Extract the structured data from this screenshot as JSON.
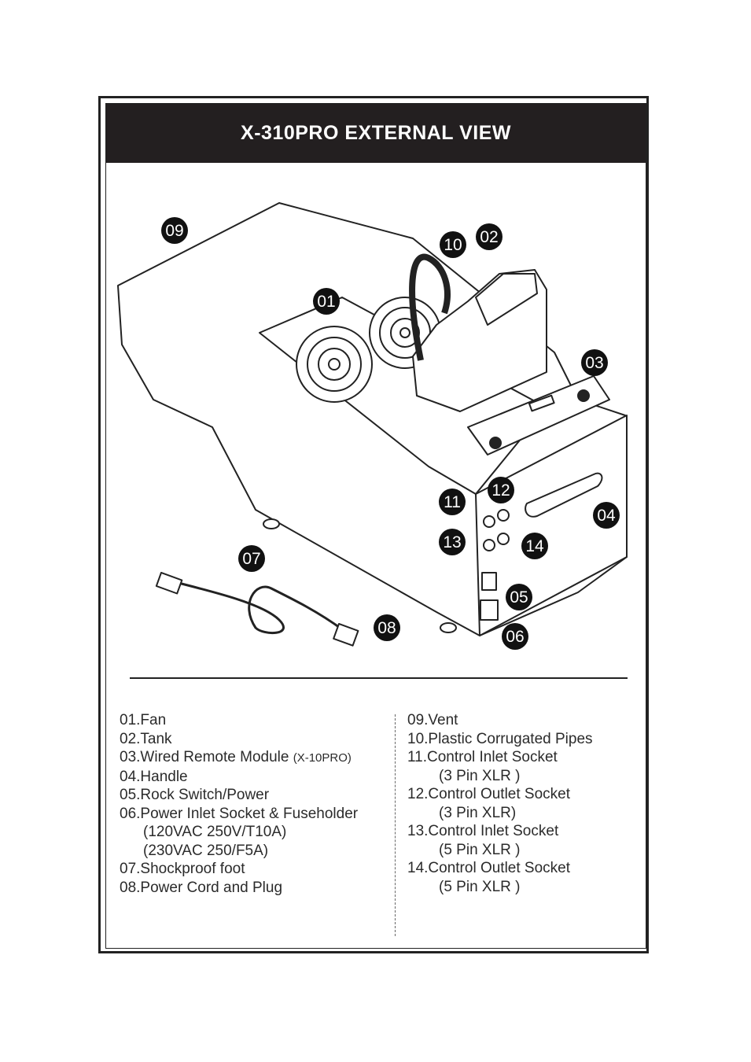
{
  "title": "X-310PRO EXTERNAL VIEW",
  "callouts": [
    "01",
    "02",
    "03",
    "04",
    "05",
    "06",
    "07",
    "08",
    "09",
    "10",
    "11",
    "12",
    "13",
    "14"
  ],
  "legend_left": [
    {
      "text": "01.Fan"
    },
    {
      "text": "02.Tank"
    },
    {
      "text": "03.Wired Remote Module ",
      "small": "(X-10PRO)"
    },
    {
      "text": "04.Handle"
    },
    {
      "text": "05.Rock Switch/Power"
    },
    {
      "text": "06.Power Inlet Socket & Fuseholder"
    },
    {
      "text": "(120VAC  250V/T10A)",
      "sub": true
    },
    {
      "text": "(230VAC  250/F5A)",
      "sub": true
    },
    {
      "text": "07.Shockproof foot"
    },
    {
      "text": "08.Power Cord and Plug"
    }
  ],
  "legend_right": [
    {
      "text": "09.Vent"
    },
    {
      "text": "10.Plastic Corrugated Pipes"
    },
    {
      "text": "11.Control Inlet Socket"
    },
    {
      "text": "(3 Pin XLR )",
      "sub": true
    },
    {
      "text": "12.Control Outlet Socket"
    },
    {
      "text": "(3 Pin XLR)",
      "sub": true
    },
    {
      "text": "13.Control Inlet Socket"
    },
    {
      "text": "(5 Pin XLR )",
      "sub": true
    },
    {
      "text": "14.Control Outlet Socket"
    },
    {
      "text": "(5 Pin XLR )",
      "sub": true
    }
  ]
}
